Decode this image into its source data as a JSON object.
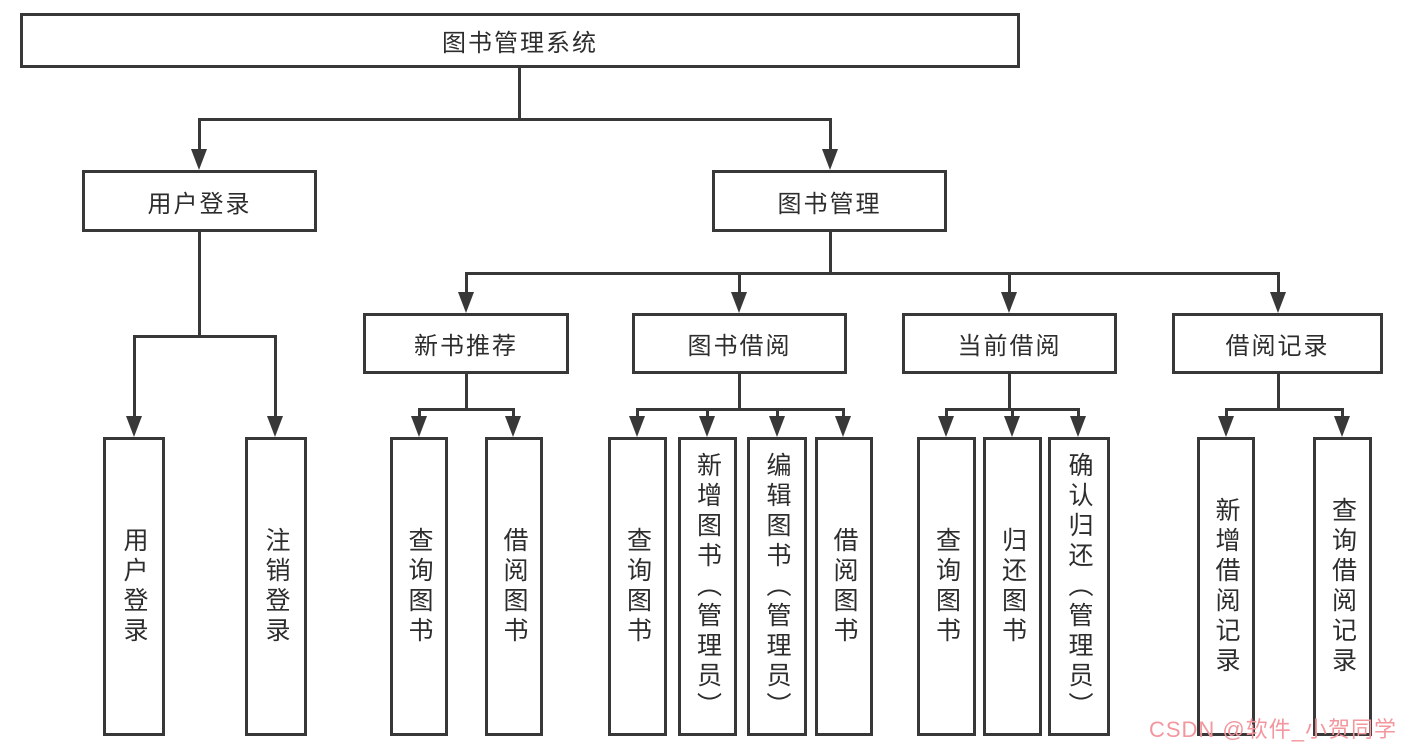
{
  "colors": {
    "line": "#383838",
    "text": "#2d2d2d",
    "background": "#ffffff",
    "watermark": "#f2979e"
  },
  "watermark": {
    "text": "CSDN @软件_小贺同学"
  },
  "tree": {
    "label": "图书管理系统",
    "children": [
      {
        "label": "用户登录",
        "children": [
          {
            "label": "用户登录"
          },
          {
            "label": "注销登录"
          }
        ]
      },
      {
        "label": "图书管理",
        "children": [
          {
            "label": "新书推荐",
            "children": [
              {
                "label": "查询图书"
              },
              {
                "label": "借阅图书"
              }
            ]
          },
          {
            "label": "图书借阅",
            "children": [
              {
                "label": "查询图书"
              },
              {
                "label": "新增图书（管理员）"
              },
              {
                "label": "编辑图书（管理员）"
              },
              {
                "label": "借阅图书"
              }
            ]
          },
          {
            "label": "当前借阅",
            "children": [
              {
                "label": "查询图书"
              },
              {
                "label": "归还图书"
              },
              {
                "label": "确认归还（管理员）"
              }
            ]
          },
          {
            "label": "借阅记录",
            "children": [
              {
                "label": "新增借阅记录"
              },
              {
                "label": "查询借阅记录"
              }
            ]
          }
        ]
      }
    ]
  }
}
